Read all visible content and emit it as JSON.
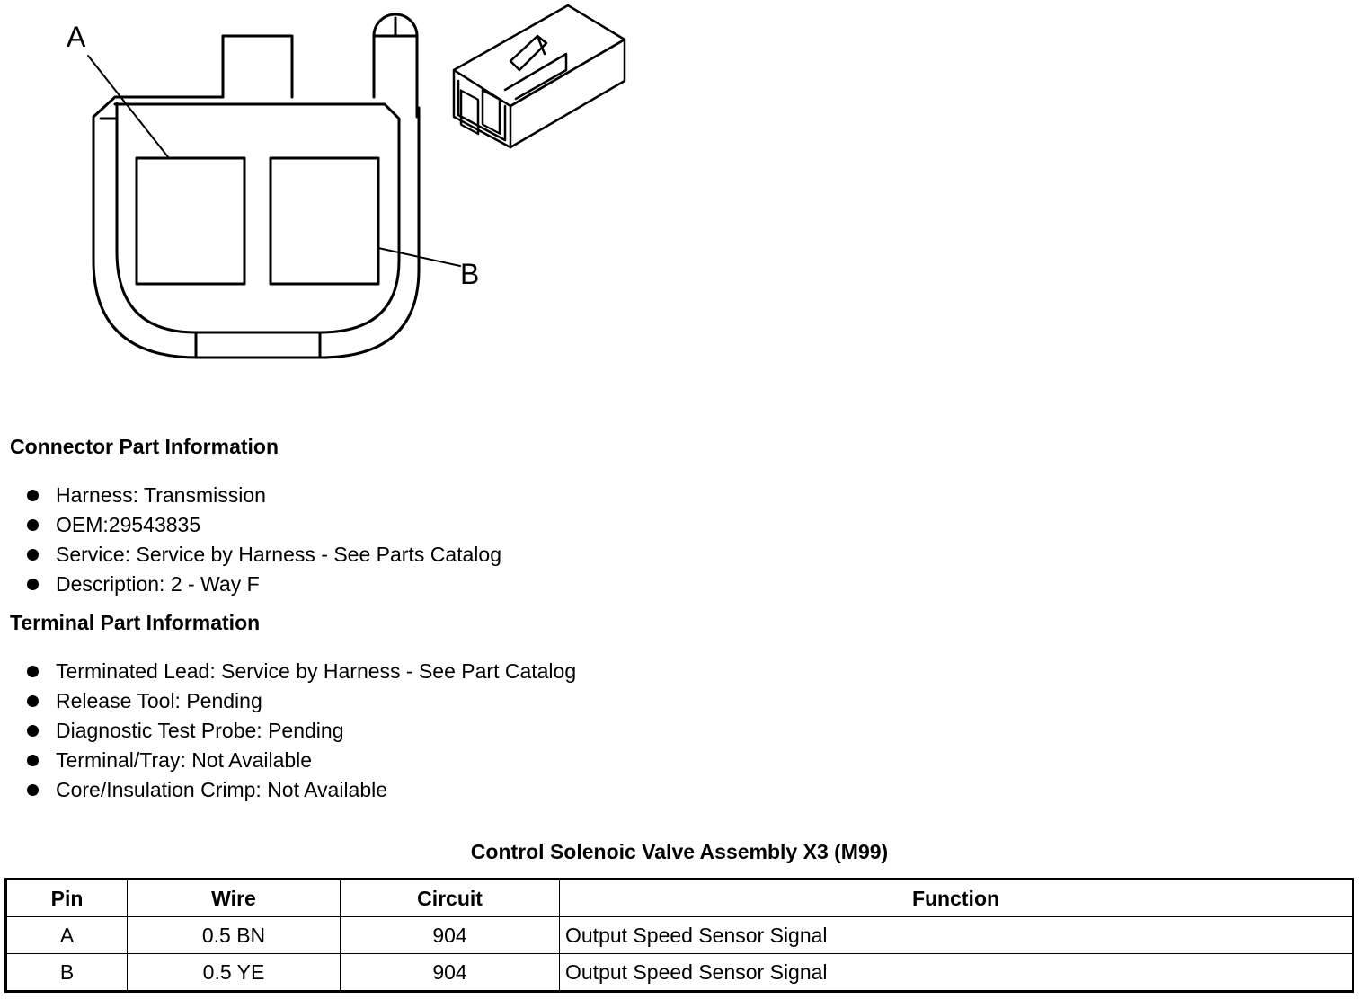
{
  "diagram": {
    "label_a": "A",
    "label_b": "B"
  },
  "connector_section": {
    "heading": "Connector Part Information",
    "items": [
      "Harness: Transmission",
      "OEM:29543835",
      "Service: Service by Harness - See Parts Catalog",
      "Description: 2 - Way F"
    ]
  },
  "terminal_section": {
    "heading": "Terminal Part Information",
    "items": [
      "Terminated Lead: Service by Harness - See Part Catalog",
      "Release Tool: Pending",
      "Diagnostic Test Probe: Pending",
      "Terminal/Tray: Not Available",
      "Core/Insulation Crimp: Not Available"
    ]
  },
  "table": {
    "title": "Control Solenoic Valve Assembly X3 (M99)",
    "headers": [
      "Pin",
      "Wire",
      "Circuit",
      "Function"
    ],
    "rows": [
      [
        "A",
        "0.5 BN",
        "904",
        "Output Speed Sensor Signal"
      ],
      [
        "B",
        "0.5 YE",
        "904",
        "Output Speed Sensor Signal"
      ]
    ]
  }
}
